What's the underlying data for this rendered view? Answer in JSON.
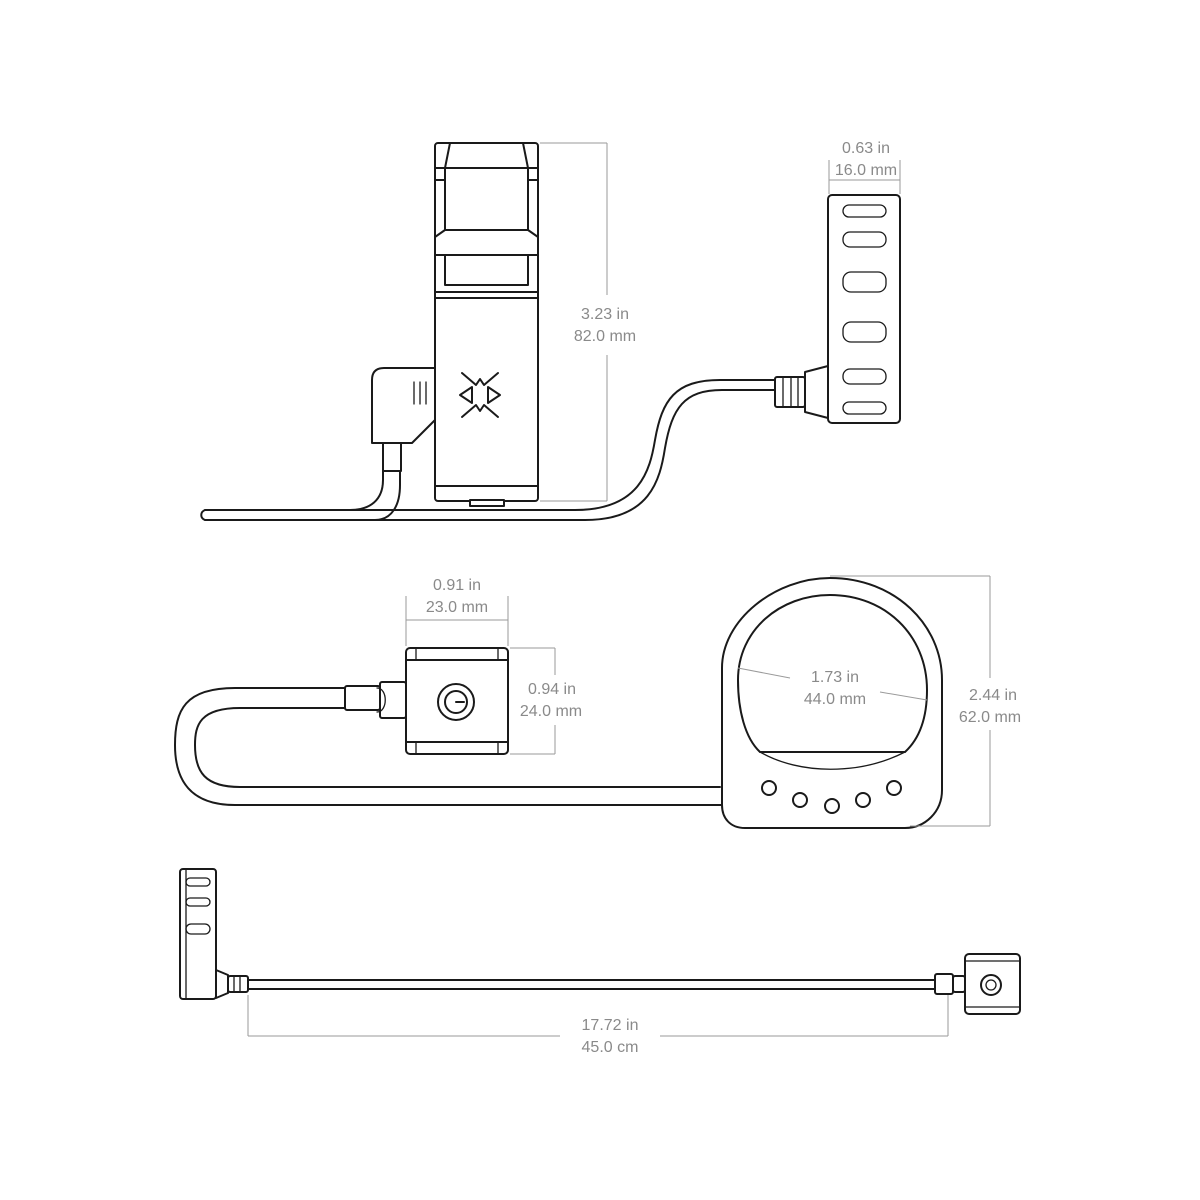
{
  "colors": {
    "line": "#1a1a1a",
    "dimension": "#9a9a9a",
    "dimension_text": "#8a8a8a",
    "background": "#ffffff"
  },
  "side_view": {
    "height_label_in": "3.23 in",
    "height_label_mm": "82.0 mm",
    "clip_width_in": "0.63 in",
    "clip_width_mm": "16.0 mm",
    "logo_icon": "cross-arrows-logo-icon"
  },
  "top_view": {
    "switch_width_in": "0.91 in",
    "switch_width_mm": "23.0 mm",
    "switch_height_in": "0.94 in",
    "switch_height_mm": "24.0 mm",
    "ring_inner_in": "1.73 in",
    "ring_inner_mm": "44.0 mm",
    "ring_outer_in": "2.44 in",
    "ring_outer_mm": "62.0 mm",
    "power_icon": "power-icon",
    "led_count": 5
  },
  "cable_view": {
    "length_in": "17.72 in",
    "length_cm": "45.0 cm"
  }
}
